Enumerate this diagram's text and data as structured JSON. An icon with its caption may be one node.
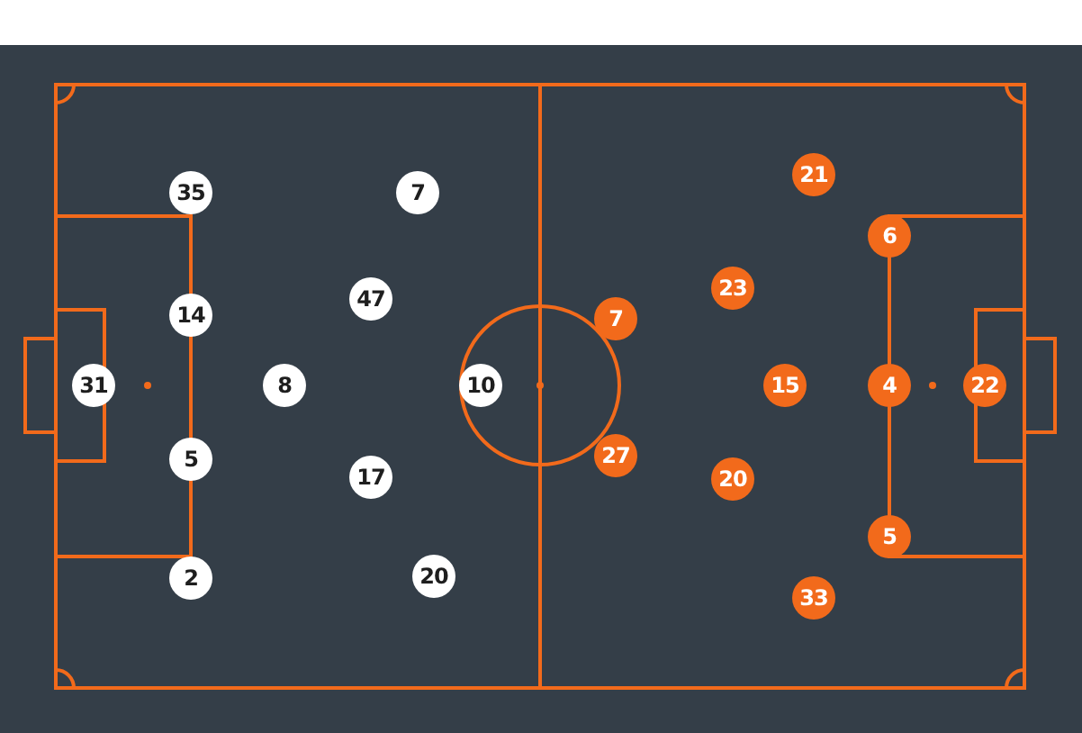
{
  "diagram": {
    "nodes": [
      {
        "text": [
          "35"
        ]
      },
      {
        "text": [
          "7"
        ]
      },
      {
        "text": [
          "47"
        ]
      },
      {
        "text": [
          "14"
        ]
      },
      {
        "text": [
          "31"
        ]
      },
      {
        "text": [
          "8"
        ]
      },
      {
        "text": [
          "10"
        ]
      },
      {
        "text": [
          "5"
        ]
      },
      {
        "text": [
          "17"
        ]
      },
      {
        "text": [
          "20"
        ]
      },
      {
        "text": [
          "2"
        ]
      },
      {
        "text": [
          "21"
        ]
      },
      {
        "text": [
          "6"
        ]
      },
      {
        "text": [
          "23"
        ]
      },
      {
        "text": [
          "7"
        ]
      },
      {
        "text": [
          "15"
        ]
      },
      {
        "text": [
          "4"
        ]
      },
      {
        "text": [
          "22"
        ]
      },
      {
        "text": [
          "27"
        ]
      },
      {
        "text": [
          "20"
        ]
      },
      {
        "text": [
          "5"
        ]
      },
      {
        "text": [
          "33"
        ]
      }
    ]
  }
}
